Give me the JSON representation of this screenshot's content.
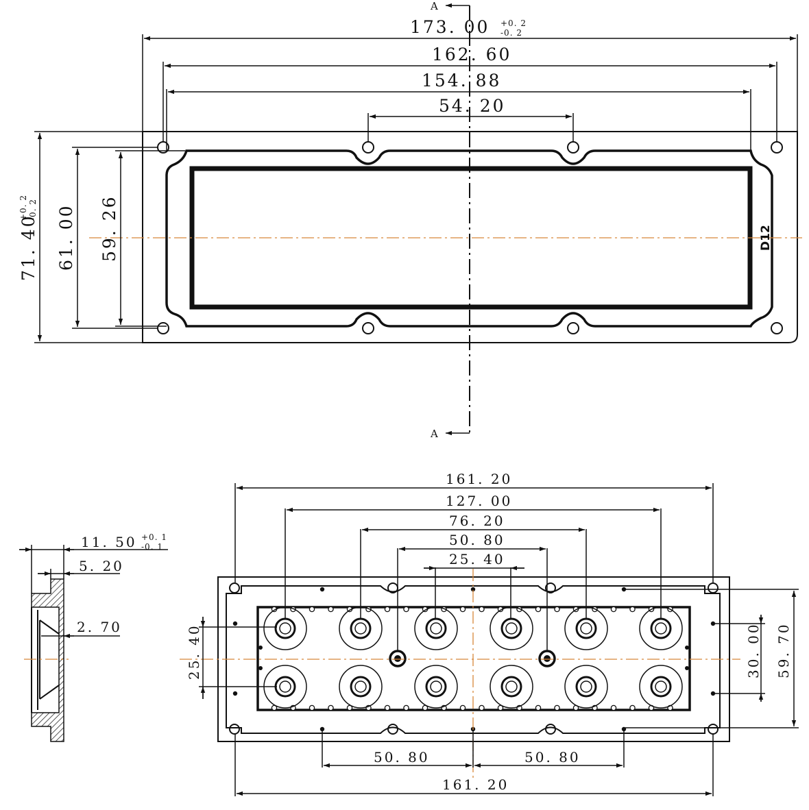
{
  "top_view": {
    "section_label_top": "A",
    "section_label_bottom": "A",
    "overall_width": "173. 00",
    "overall_width_tol_plus": "+0. 2",
    "overall_width_tol_minus": "-0. 2",
    "hole_pitch_width": "162. 60",
    "inner_width": "154. 88",
    "center_holes_pitch": "54. 20",
    "overall_height": "71. 40",
    "overall_height_tol_plus": "+0. 2",
    "overall_height_tol_minus": "-0. 2",
    "hole_pitch_height": "61. 00",
    "inner_height": "59. 26",
    "part_marking": "D12"
  },
  "side_view": {
    "total_thickness": "11. 50",
    "total_thickness_tol_plus": "+0. 1",
    "total_thickness_tol_minus": "-0. 1",
    "flange_depth": "5. 20",
    "wall_thickness": "2. 70"
  },
  "bottom_view": {
    "overall_width_top": "161. 20",
    "lens_span_outer": "127. 00",
    "lens_span_mid": "76. 20",
    "screw_pitch": "50. 80",
    "lens_pitch": "25. 40",
    "row_pitch": "25. 40",
    "inner_hole_pitch_v": "30. 00",
    "outer_hole_pitch_v": "59. 70",
    "bottom_hole_pitch_left": "50. 80",
    "bottom_hole_pitch_right": "50. 80",
    "overall_width_bottom": "161. 20"
  }
}
